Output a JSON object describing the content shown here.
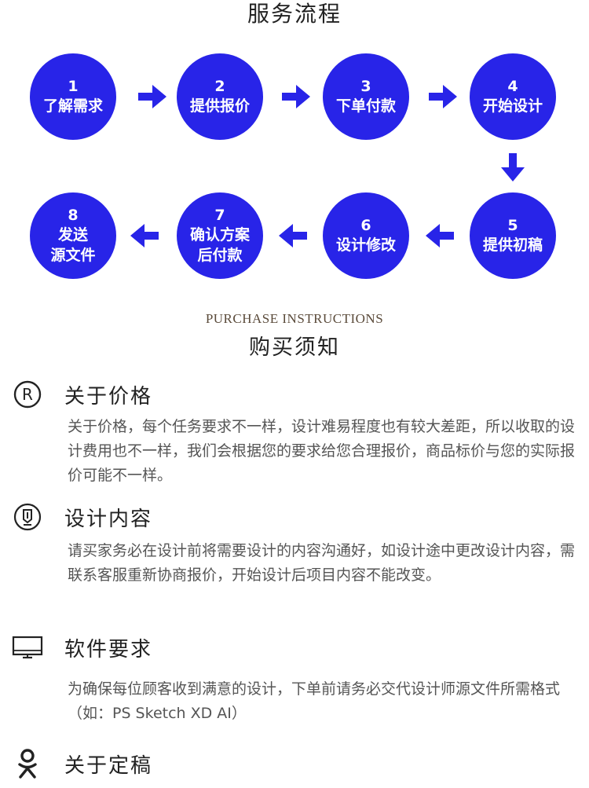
{
  "page": {
    "title": "服务流程"
  },
  "steps": [
    {
      "num": "1",
      "label": "了解需求"
    },
    {
      "num": "2",
      "label": "提供报价"
    },
    {
      "num": "3",
      "label": "下单付款"
    },
    {
      "num": "4",
      "label": "开始设计"
    },
    {
      "num": "5",
      "label": "提供初稿"
    },
    {
      "num": "6",
      "label": "设计修改"
    },
    {
      "num": "7",
      "label": "确认方案",
      "label2": "后付款"
    },
    {
      "num": "8",
      "label": "发送",
      "label2": "源文件"
    }
  ],
  "colors": {
    "accent": "#2824e8"
  },
  "purchase": {
    "title_en": "PURCHASE INSTRUCTIONS",
    "title_zh": "购买须知",
    "sections": [
      {
        "icon": "registered-icon",
        "heading": "关于价格",
        "text": "关于价格，每个任务要求不一样，设计难易程度也有较大差距，所以收取的设计费用也不一样，我们会根据您的要求给您合理报价，商品标价与您的实际报价可能不一样。"
      },
      {
        "icon": "badge-icon",
        "heading": "设计内容",
        "text": "请买家务必在设计前将需要设计的内容沟通好，如设计途中更改设计内容，需联系客服重新协商报价，开始设计后项目内容不能改变。"
      },
      {
        "icon": "monitor-icon",
        "heading": "软件要求",
        "text": "为确保每位顾客收到满意的设计，下单前请务必交代设计师源文件所需格式（如：PS  Sketch XD AI）"
      },
      {
        "icon": "odnoklassniki-icon",
        "heading": "关于定稿",
        "text": ""
      }
    ]
  }
}
